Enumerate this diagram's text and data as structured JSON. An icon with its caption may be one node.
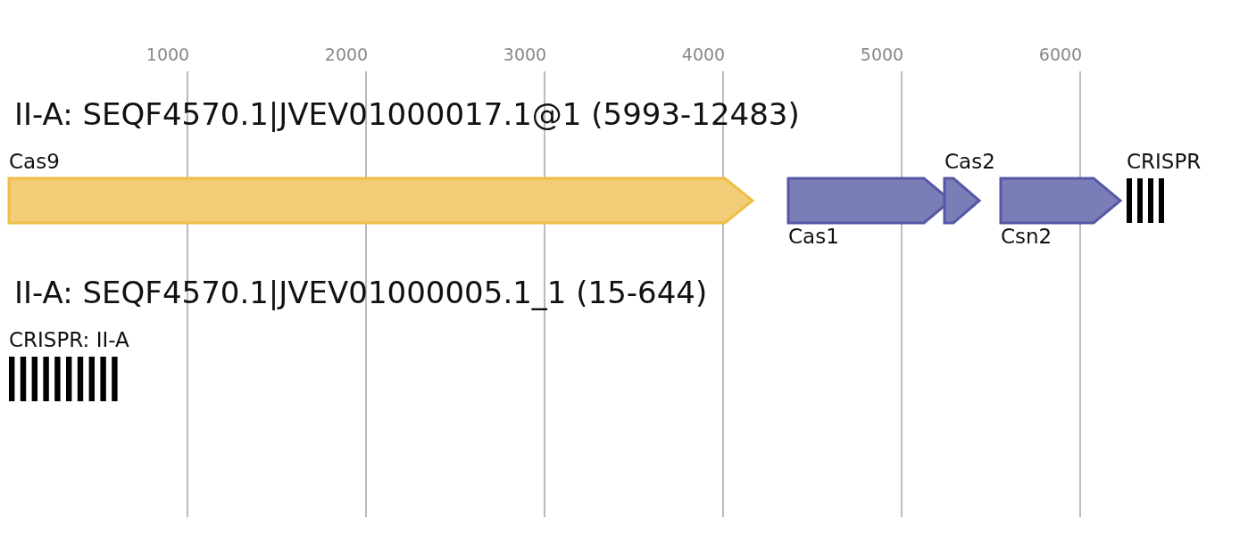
{
  "diagram": {
    "nodes": [
      {
        "text": [
          "Cas9"
        ]
      },
      {
        "text": [
          "Cas1"
        ]
      },
      {
        "text": [
          "Cas2"
        ]
      },
      {
        "text": [
          "Csn2"
        ]
      },
      {
        "text": [
          "CRISPR"
        ]
      },
      {
        "text": [
          "CRISPR: II-A"
        ]
      }
    ],
    "labels": [
      "1000",
      "2000",
      "3000",
      "4000",
      "5000",
      "6000",
      "II-A: SEQF4570.1|JVEV01000017.1@1 (5993-12483)",
      "II-A: SEQF4570.1|JVEV01000005.1_1 (15-644)"
    ]
  }
}
